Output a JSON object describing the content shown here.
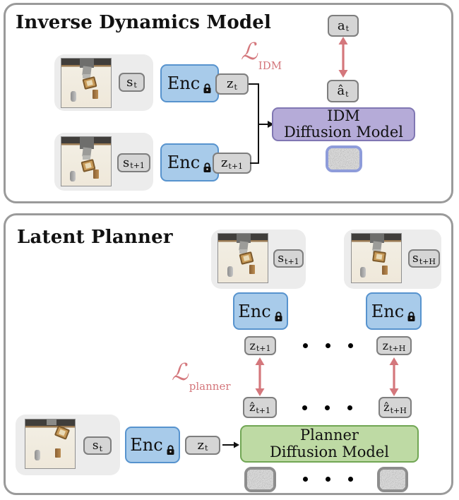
{
  "colors": {
    "panel_border": "#9a9a9a",
    "encoder_fill": "#a8cbea",
    "encoder_border": "#5793ce",
    "state_tag_fill": "#d5d5d5",
    "state_tag_border": "#7e7e7e",
    "idm_model_fill": "#b5abd8",
    "idm_model_border": "#8077b3",
    "planner_model_fill": "#bedaa4",
    "planner_model_border": "#71a654",
    "loss_color": "#d4777c",
    "noise_border_blue": "#8e9cda",
    "noise_border_gray": "#8d8d8d"
  },
  "idm": {
    "title": "Inverse Dynamics Model",
    "enc_label": "Enc",
    "s_t": {
      "base": "s",
      "sub": "t"
    },
    "s_t1": {
      "base": "s",
      "sub": "t+1"
    },
    "z_t": {
      "base": "z",
      "sub": "t"
    },
    "z_t1": {
      "base": "z",
      "sub": "t+1"
    },
    "a_t": {
      "base": "a",
      "sub": "t"
    },
    "a_hat_t": {
      "base": "â",
      "sub": "t"
    },
    "loss": {
      "symbol": "ℒ",
      "sub": "IDM"
    },
    "model": {
      "line1": "IDM",
      "line2": "Diffusion Model"
    }
  },
  "planner": {
    "title": "Latent Planner",
    "enc_label": "Enc",
    "s_t1": {
      "base": "s",
      "sub": "t+1"
    },
    "s_tH": {
      "base": "s",
      "sub": "t+H"
    },
    "z_t1": {
      "base": "z",
      "sub": "t+1"
    },
    "z_tH": {
      "base": "z",
      "sub": "t+H"
    },
    "z_hat_t1": {
      "base": "ẑ",
      "sub": "t+1"
    },
    "z_hat_tH": {
      "base": "ẑ",
      "sub": "t+H"
    },
    "s_t": {
      "base": "s",
      "sub": "t"
    },
    "z_t": {
      "base": "z",
      "sub": "t"
    },
    "loss": {
      "symbol": "ℒ",
      "sub": "planner"
    },
    "model": {
      "line1": "Planner",
      "line2": "Diffusion Model"
    }
  }
}
